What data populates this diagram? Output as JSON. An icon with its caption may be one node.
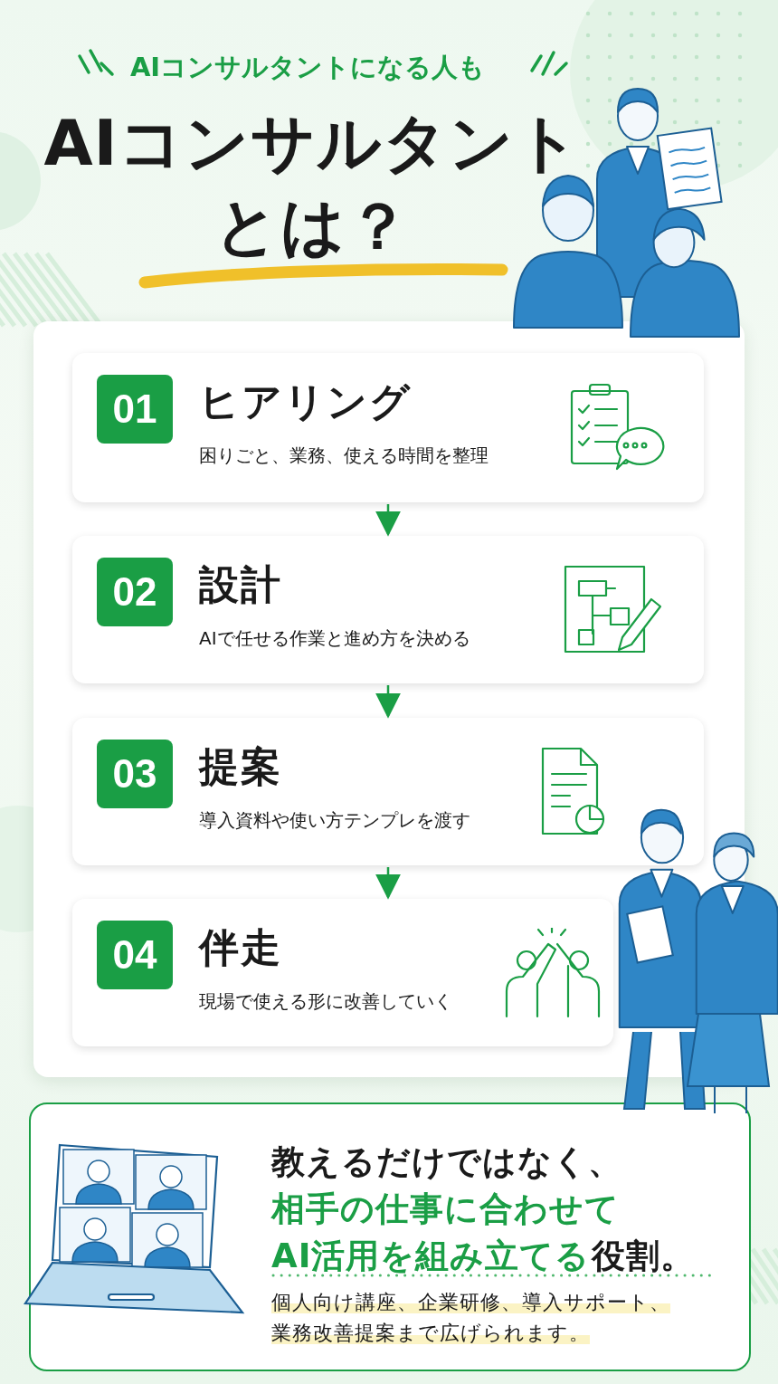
{
  "diagram": {
    "title": "AIコンサルタントとは？",
    "nodes": [
      {
        "text": [],
        "shape": "box"
      },
      {
        "text": [
          "01",
          "ヒアリング",
          "困りごと、業務、使える時間を整理"
        ],
        "in": 0
      },
      {
        "text": [
          "02",
          "設計",
          "AIで任せる作業と進め方を決める"
        ],
        "in": 0
      },
      {
        "text": [
          "03",
          "提案",
          "導入資料や使い方テンプレを渡す"
        ],
        "in": 0
      },
      {
        "text": [
          "04",
          "伴走",
          "現場で使える形に改善していく"
        ],
        "in": 0
      },
      {
        "text": [
          "教えるだけではなく、",
          "相手の仕事に合わせてAI活用を組み立てる",
          "役割。",
          "個人向け講座、企業研修、導入サポート、業務改善提案まで広げられます。"
        ]
      }
    ],
    "edges": [
      {
        "from": 1,
        "to": 2,
        "arrow": "to"
      },
      {
        "from": 2,
        "to": 3,
        "arrow": "to"
      },
      {
        "from": 3,
        "to": 4,
        "arrow": "to"
      }
    ],
    "labels": [
      "AIコンサルタントになる人も"
    ]
  }
}
